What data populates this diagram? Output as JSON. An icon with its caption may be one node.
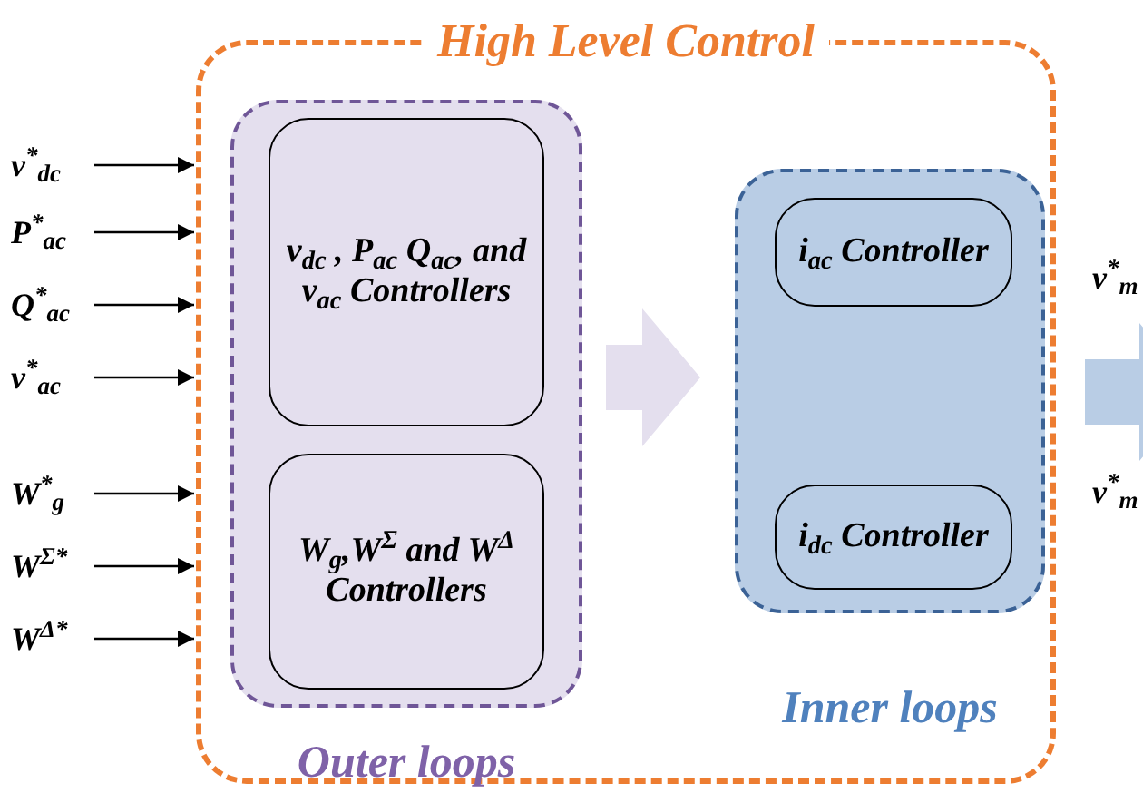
{
  "diagram": {
    "nodes": [
      {
        "text": [
          "High Level Control"
        ]
      },
      {
        "text": [
          "Outer loops"
        ],
        "in": 0
      },
      {
        "text": [
          "v$_{dc}$ , P$_{ac}$ Q$_{ac}$, and v$_{ac}$ Controllers"
        ],
        "in": 1
      },
      {
        "text": [
          "W$_{g}$,W$^{Σ}$ and W$^{Δ}$ Controllers"
        ],
        "in": 1
      },
      {
        "text": [
          "Inner loops"
        ],
        "in": 0
      },
      {
        "text": [
          "i$_{ac}$ Controller"
        ],
        "in": 4
      },
      {
        "text": [
          "i$_{dc}$ Controller"
        ],
        "in": 4
      },
      {
        "text": [
          "v$^{*}$$_{dc}$"
        ]
      },
      {
        "text": [
          "P$^{*}$$_{ac}$"
        ]
      },
      {
        "text": [
          "Q$^{*}$$_{ac}$"
        ]
      },
      {
        "text": [
          "v$^{*}$$_{ac}$"
        ]
      },
      {
        "text": [
          "W$^{*}$$_{g}$"
        ]
      },
      {
        "text": [
          "W$^{Σ*}$"
        ]
      },
      {
        "text": [
          "W$^{Δ*}$"
        ]
      }
    ],
    "edges": [
      {
        "from": 7,
        "to": 0,
        "arrow": "to"
      },
      {
        "from": 8,
        "to": 0,
        "arrow": "to"
      },
      {
        "from": 9,
        "to": 0,
        "arrow": "to"
      },
      {
        "from": 10,
        "to": 0,
        "arrow": "to"
      },
      {
        "from": 11,
        "to": 0,
        "arrow": "to"
      },
      {
        "from": 12,
        "to": 0,
        "arrow": "to"
      },
      {
        "from": 13,
        "to": 0,
        "arrow": "to"
      },
      {
        "from": 1,
        "to": 4,
        "arrow": "to",
        "style": "thick",
        "color": "#e4dfee"
      },
      {
        "from": 0,
        "to": null,
        "arrow": "to",
        "style": "thick",
        "color": "#b9cde5"
      }
    ],
    "labels": [
      "v$^{*}$$_{m}$",
      "v$^{*}$$_{m}$"
    ]
  }
}
